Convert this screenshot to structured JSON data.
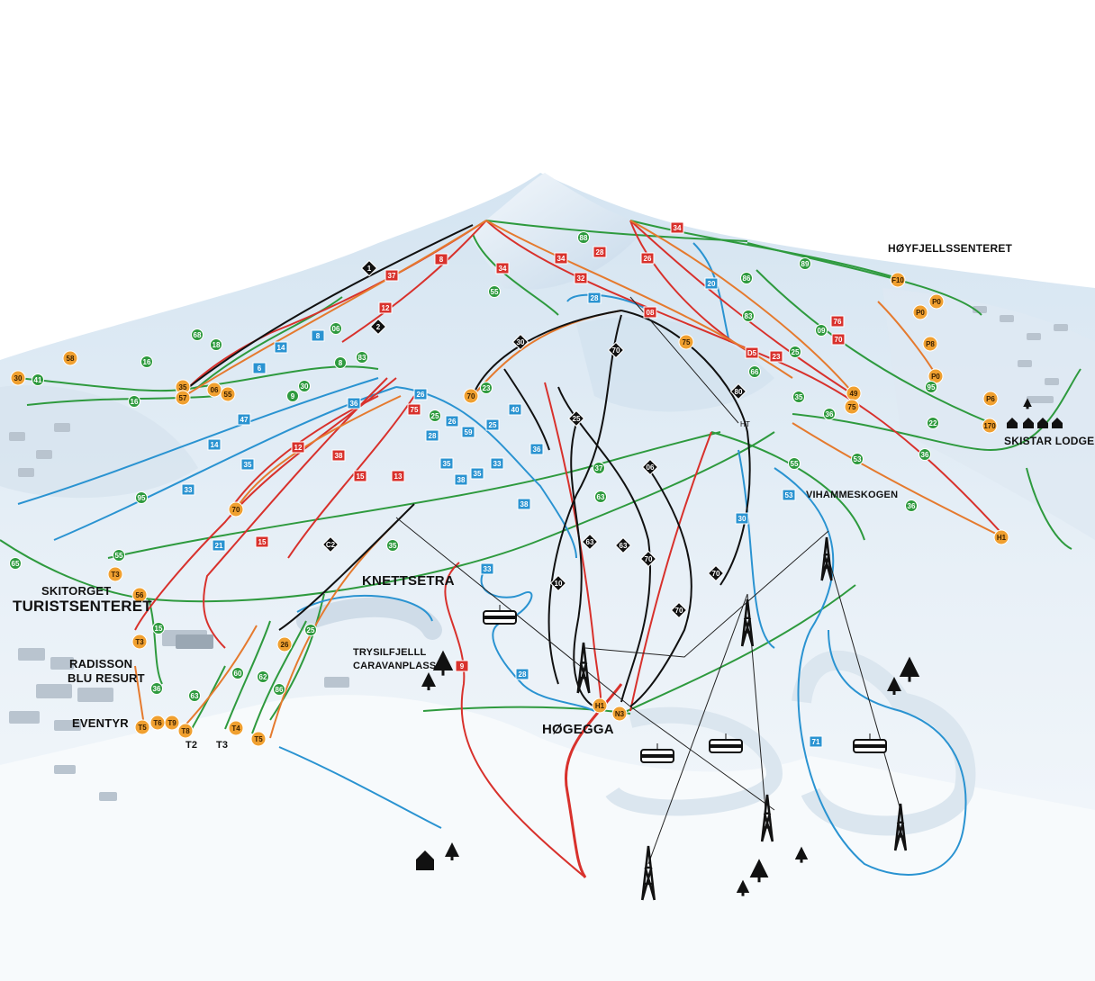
{
  "title": "Trysil ski resort trail map",
  "places": {
    "skitorget": "SKITORGET",
    "turistsenteret": "TURISTSENTERET",
    "radisson_1": "RADISSON",
    "radisson_2": "BLU RESURT",
    "eventyr": "EVENTYR",
    "t2": "T2",
    "t3": "T3",
    "knettsetra": "KNETTSETRA",
    "caravan_1": "TRYSILFJELLL",
    "caravan_2": "CARAVANPLASS",
    "hogegga": "HØGEGGA",
    "hoyfjell": "HØYFJELLSSENTERET",
    "skistar": "SKISTAR LODGE",
    "vihammeskogen": "VIHAMMESKOGEN",
    "ht": "HT"
  },
  "colors": {
    "green": "#2e9a3e",
    "blue": "#2a93d1",
    "red": "#d8312c",
    "black": "#111111",
    "lift": "#e98a2a",
    "snow": "#e4eef6"
  },
  "markers": {
    "lift": [
      "58",
      "30",
      "35",
      "57",
      "06",
      "55",
      "70",
      "T3",
      "56",
      "T3",
      "T5",
      "T6",
      "T9",
      "T8",
      "T4",
      "T5",
      "26",
      "70",
      "75",
      "49",
      "75",
      "H1",
      "N3",
      "H1",
      "170",
      "P6",
      "P0",
      "P8",
      "F10",
      "P0",
      "P0"
    ],
    "red": [
      "37",
      "8",
      "34",
      "34",
      "28",
      "34",
      "26",
      "32",
      "12",
      "08",
      "D5",
      "23",
      "76",
      "70",
      "75",
      "12",
      "38",
      "15",
      "13",
      "15",
      "9"
    ],
    "blue": [
      "28",
      "20",
      "14",
      "8",
      "6",
      "36",
      "47",
      "14",
      "35",
      "33",
      "21",
      "26",
      "26",
      "28",
      "59",
      "25",
      "40",
      "33",
      "36",
      "35",
      "38",
      "35",
      "38",
      "33",
      "28",
      "53",
      "30",
      "71"
    ],
    "black": [
      "1",
      "2",
      "30",
      "70",
      "80",
      "25",
      "06",
      "63",
      "63",
      "10",
      "70",
      "70",
      "70",
      "C2"
    ],
    "green": [
      "88",
      "55",
      "68",
      "18",
      "16",
      "41",
      "16",
      "06",
      "83",
      "8",
      "30",
      "9",
      "25",
      "23",
      "37",
      "63",
      "35",
      "95",
      "55",
      "65",
      "15",
      "25",
      "60",
      "62",
      "86",
      "63",
      "36",
      "86",
      "89",
      "83",
      "25",
      "55",
      "36",
      "22",
      "36",
      "35",
      "53",
      "36",
      "95",
      "66",
      "09"
    ]
  }
}
